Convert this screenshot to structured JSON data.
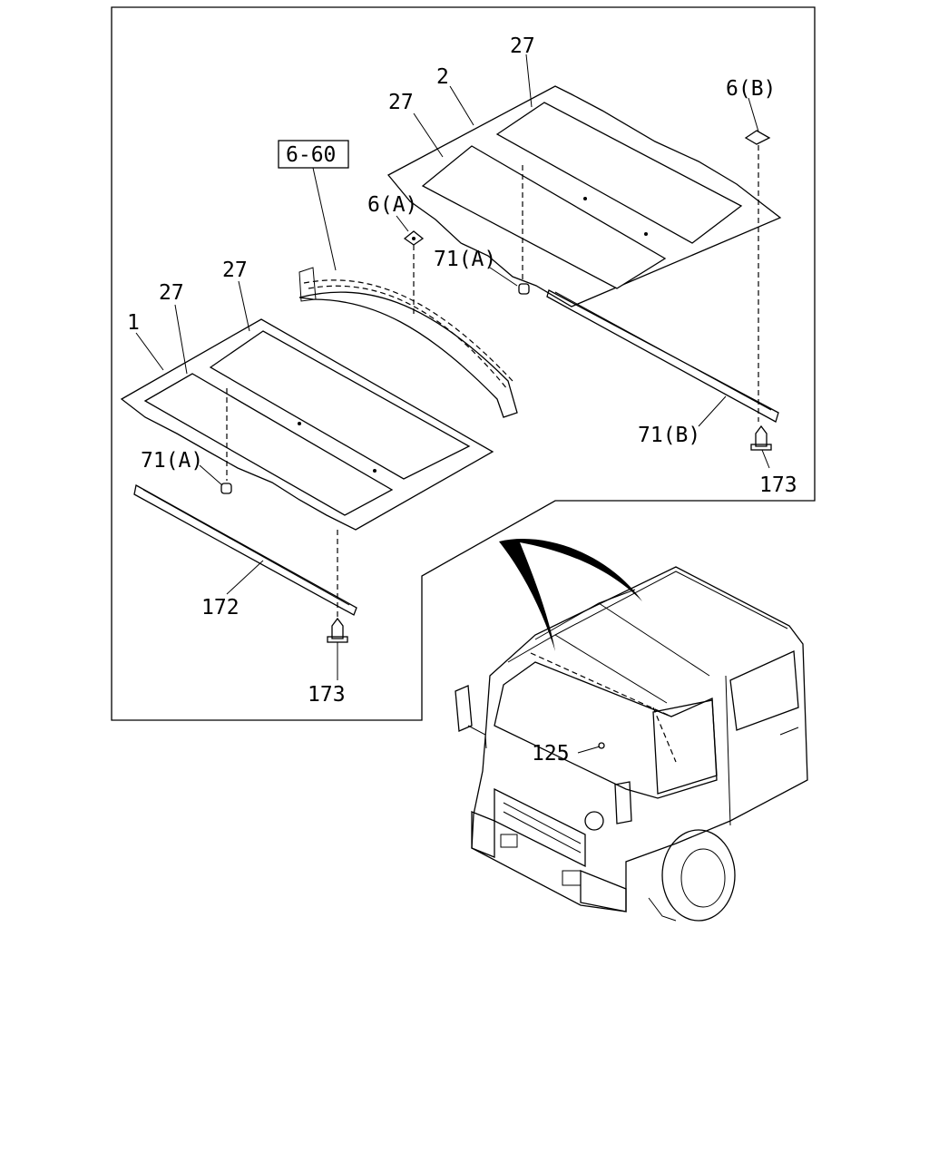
{
  "callouts": {
    "top_pad_27": "27",
    "top_panel_2": "2",
    "top_pad_27b": "27",
    "part_6b": "6(B)",
    "ref_6_60": "6-60",
    "part_6a": "6(A)",
    "part_71a_top": "71(A)",
    "left_pad_27a": "27",
    "left_pad_27b": "27",
    "left_panel_1": "1",
    "part_71a_bottom": "71(A)",
    "part_71b": "71(B)",
    "clip_173_right": "173",
    "rail_172": "172",
    "clip_173_left": "173",
    "lamp_125": "125"
  }
}
